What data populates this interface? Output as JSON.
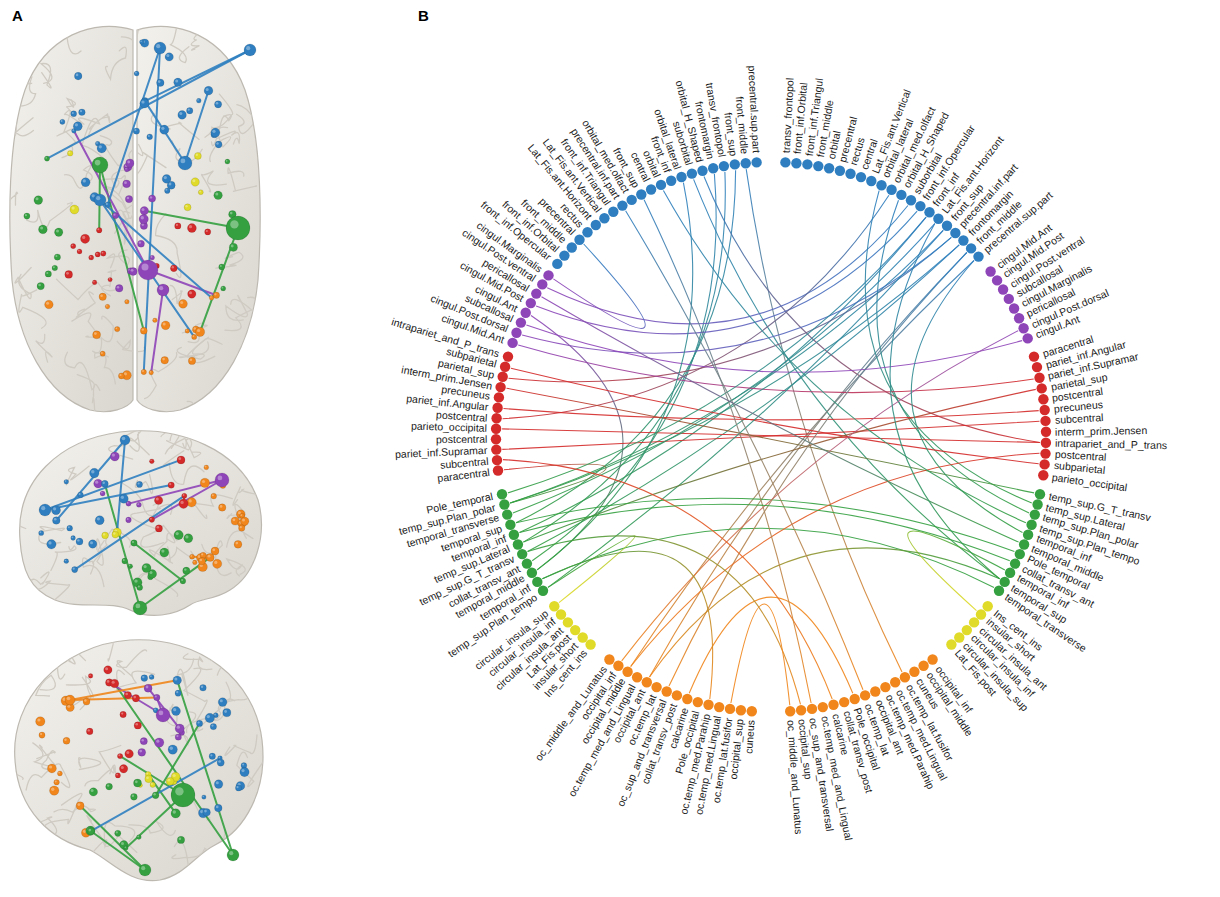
{
  "diagram": {
    "labels": [
      "A",
      "B",
      "transv_frontopol",
      "front_inf.Orbital",
      "front_inf.Triangul",
      "front_middle",
      "orbital",
      "precentral",
      "rectus",
      "central",
      "Lat_Fis.ant.Vertical",
      "orbital_lateral",
      "orbital_med.olfact",
      "orbital_H_Shaped",
      "suborbital",
      "front_inf.Opercular",
      "front_inf",
      "Lat_Fis.ant.Horizont",
      "front_sup",
      "precentral.inf.part",
      "frontomargin",
      "front_middle",
      "precentral.sup.part",
      "cingul.Mid.Ant",
      "cingul.Mid.Post",
      "cingul.Post.ventral",
      "subcallosal",
      "cingul.Marginalis",
      "pericallosal",
      "cingul.Post.dorsal",
      "cingul.Ant",
      "paracentral",
      "pariet_inf.Angular",
      "pariet_inf.Supramar",
      "parietal_sup",
      "postcentral",
      "precuneus",
      "subcentral",
      "interm_prim.Jensen",
      "intrapariet_and_P_trans",
      "postcentral",
      "subparietal",
      "parieto_occipital",
      "temp_sup.G_T_transv",
      "temp_sup.Lateral",
      "temp_sup.Plan_polar",
      "temp_sup.Plan_tempo",
      "temporal_inf",
      "temporal_middle",
      "Pole_temporal",
      "collat_transv_ant",
      "temporal_inf",
      "temporal_sup",
      "temporal_transverse",
      "Ins_cent_ins",
      "insular_short",
      "circular_insula_ant",
      "circular_insula_inf",
      "circular_insula_sup",
      "Lat_Fis.post",
      "occipital_inf",
      "occipital_middle",
      "cuneus",
      "oc.temp_lat.fusifor",
      "oc.temp_med.Lingual",
      "oc.temp_med.Parahip",
      "occipital_ant",
      "oc.temp_lat",
      "Pole_occipital",
      "collat_transv_post",
      "calcarine",
      "oc.temp_med_and_Lingual",
      "oc_sup_and_transversal",
      "occipital_sup",
      "oc_middle_and_Lunatus",
      "cuneus",
      "occipital_sup",
      "oc.temp_lat.fusifor",
      "oc.temp_med.Lingual",
      "oc.temp_med.Parahip",
      "Pole_occipital",
      "calcarine",
      "collat_transv_post",
      "oc_sup_and_transversal",
      "oc.temp_lat",
      "occipital_ant",
      "oc.temp_med_and_Lingual",
      "occipital_middle",
      "occipital_inf",
      "oc_middle_and_Lunatus",
      "Ins_cent_ins",
      "insular_short",
      "Lat_Fis.post",
      "circular_insula_ant",
      "circular_insula_inf",
      "circular_insula_sup",
      "temp_sup.Plan_tempo",
      "temporal_inf",
      "temporal_middle",
      "collat_transv_ant",
      "temp_sup.G_T_transv",
      "temp_sup.Lateral",
      "temporal_inf",
      "temporal_sup",
      "temporal_transverse",
      "temp_sup.Plan_polar",
      "Pole_temporal",
      "paracentral",
      "subcentral",
      "pariet_inf.Supramar",
      "postcentral",
      "parieto_occipital",
      "postcentral",
      "pariet_inf.Angular",
      "precuneus",
      "interm_prim.Jensen",
      "parietal_sup",
      "subparietal",
      "intrapariet_and_P_trans",
      "cingul.Mid.Ant",
      "cingul.Post.dorsal",
      "subcallosal",
      "cingul.Ant",
      "cingul.Mid.Post",
      "pericallosal",
      "cingul.Post.ventral",
      "cingul.Marginalis",
      "front_inf.Opercular",
      "front_inf.Orbital",
      "front_middle",
      "precentral",
      "rectus",
      "Lat_Fis.ant.Horizont",
      "Lat_Fis.ant.Vertical",
      "front_inf.Triangul",
      "precentral.inf.part",
      "orbital_med.olfact",
      "front_sup",
      "central",
      "orbital",
      "front_inf",
      "orbital_lateral",
      "suborbital",
      "orbital_H_Shaped",
      "frontomargin",
      "transv_frontopol",
      "front_sup",
      "front_middle",
      "precentral.sup.part"
    ]
  }
}
